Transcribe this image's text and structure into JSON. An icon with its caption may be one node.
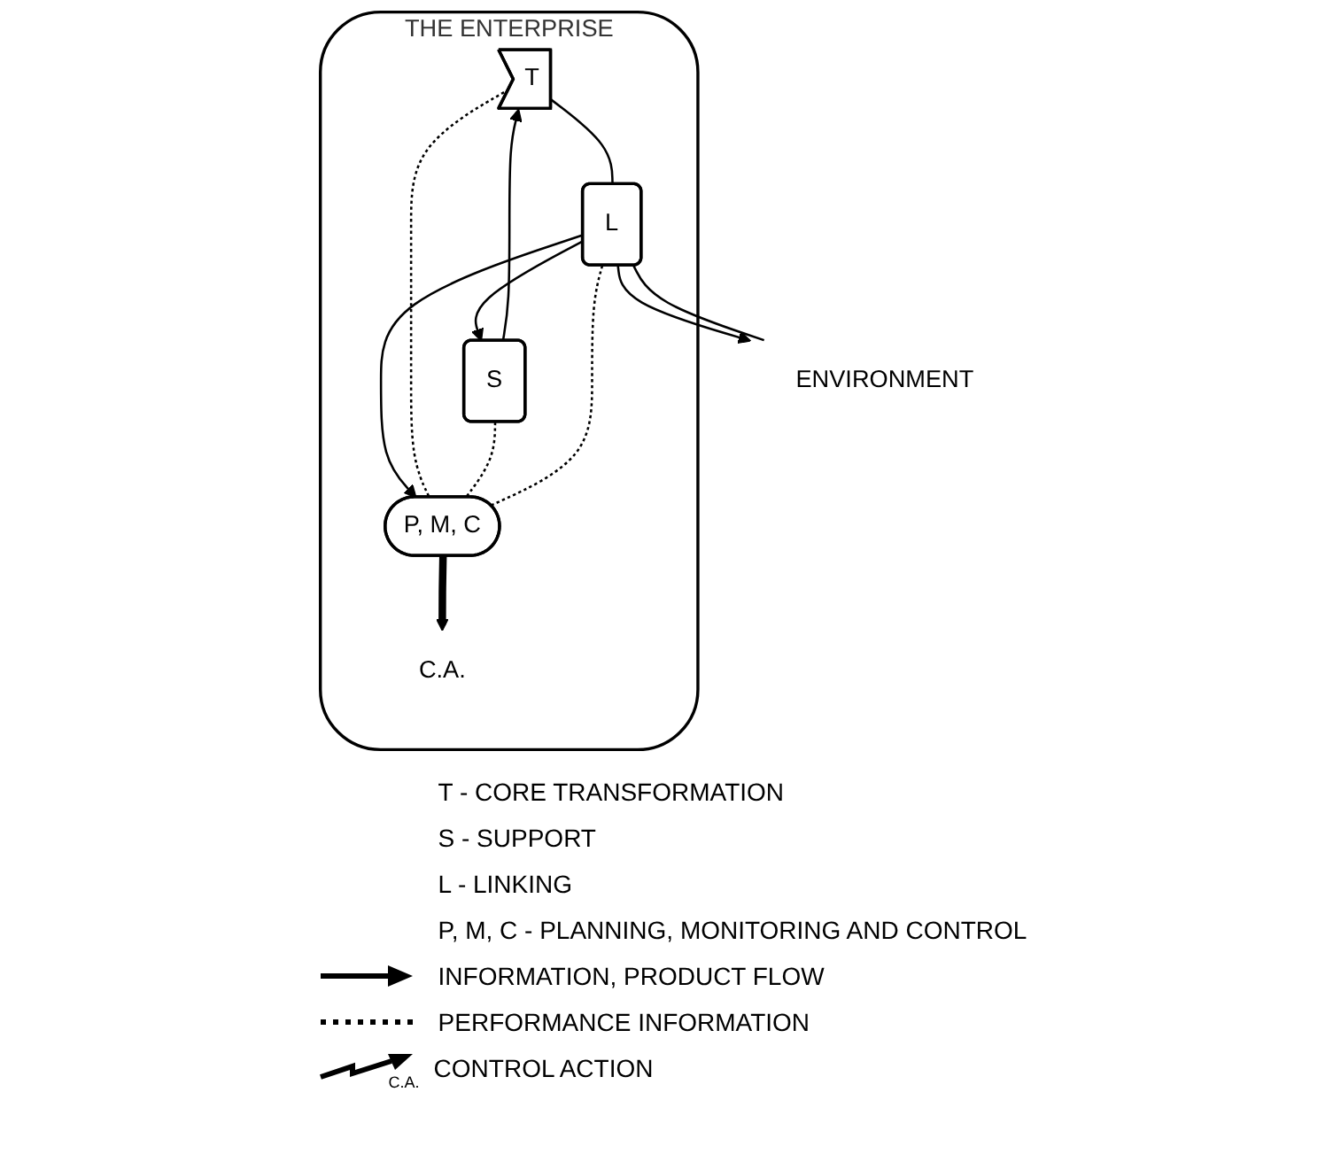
{
  "diagram": {
    "nodes": [
      {
        "text": [
          "THE ENTERPRISE"
        ]
      },
      {
        "text": [
          "T"
        ],
        "in": 0
      },
      {
        "text": [
          "S"
        ],
        "in": 0
      },
      {
        "text": [
          "L"
        ],
        "in": 0
      },
      {
        "text": [
          "P, M, C"
        ],
        "in": 0
      },
      {
        "text": [
          "C.A."
        ],
        "in": 0
      },
      {
        "text": [
          "ENVIRONMENT"
        ]
      }
    ],
    "edges": [
      {
        "from": 2,
        "to": 1,
        "arrow": "to"
      },
      {
        "from": 1,
        "to": 3,
        "arrow": "none"
      },
      {
        "from": 3,
        "to": 2,
        "arrow": "to"
      },
      {
        "from": 3,
        "to": 6,
        "arrow": "to"
      },
      {
        "from": 3,
        "to": 6,
        "arrow": "none"
      },
      {
        "from": 3,
        "to": 4,
        "arrow": "to"
      },
      {
        "from": 1,
        "to": 4,
        "arrow": "none",
        "style": "dashed"
      },
      {
        "from": 2,
        "to": 4,
        "arrow": "none",
        "style": "dashed"
      },
      {
        "from": 3,
        "to": 4,
        "arrow": "none",
        "style": "dashed"
      },
      {
        "from": 4,
        "to": 5,
        "arrow": "to",
        "style": "thick"
      }
    ],
    "labels": [
      "C.A."
    ],
    "legend": [
      {
        "text": "T - CORE TRANSFORMATION"
      },
      {
        "text": "S - SUPPORT"
      },
      {
        "text": "L - LINKING"
      },
      {
        "text": "P, M, C - PLANNING, MONITORING AND CONTROL"
      },
      {
        "text": "INFORMATION, PRODUCT FLOW"
      },
      {
        "text": "PERFORMANCE INFORMATION"
      },
      {
        "text": "CONTROL ACTION"
      }
    ]
  }
}
